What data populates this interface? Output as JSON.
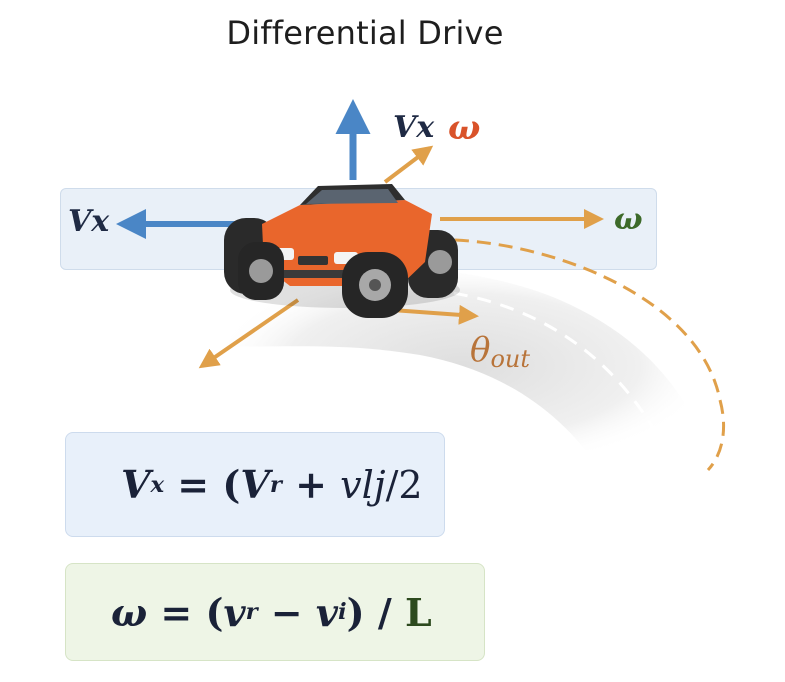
{
  "diagram": {
    "title": "Differential Drive",
    "labels": {
      "vx_top": "Vx",
      "omega_top": "ω",
      "vx_left": "Vx",
      "omega_right": "ω",
      "theta_main": "θ",
      "theta_sub": "out"
    },
    "formulas": {
      "f1": {
        "lhs": "V",
        "lhs_sub": "x",
        "eq": " = (",
        "v1": "V",
        "v1_sub": "r",
        "op": " + ",
        "tail": "vlj",
        "end": "/2"
      },
      "f2": {
        "lhs": "ω",
        "eq": " = (",
        "v1": "v",
        "v1_sub": "r",
        "op": " − ",
        "v2": "v",
        "v2_sub": "i",
        "end": ") / ",
        "L": "L"
      }
    },
    "colors": {
      "blue_arrow": "#4a86c6",
      "orange_arrow": "#e0a04a",
      "omega_top": "#d9532a",
      "omega_right": "#3d6a2a",
      "theta": "#b8743a",
      "car_body": "#e9662c",
      "vx_text": "#1f2a44",
      "dashed_path": "#e0a04a"
    }
  }
}
